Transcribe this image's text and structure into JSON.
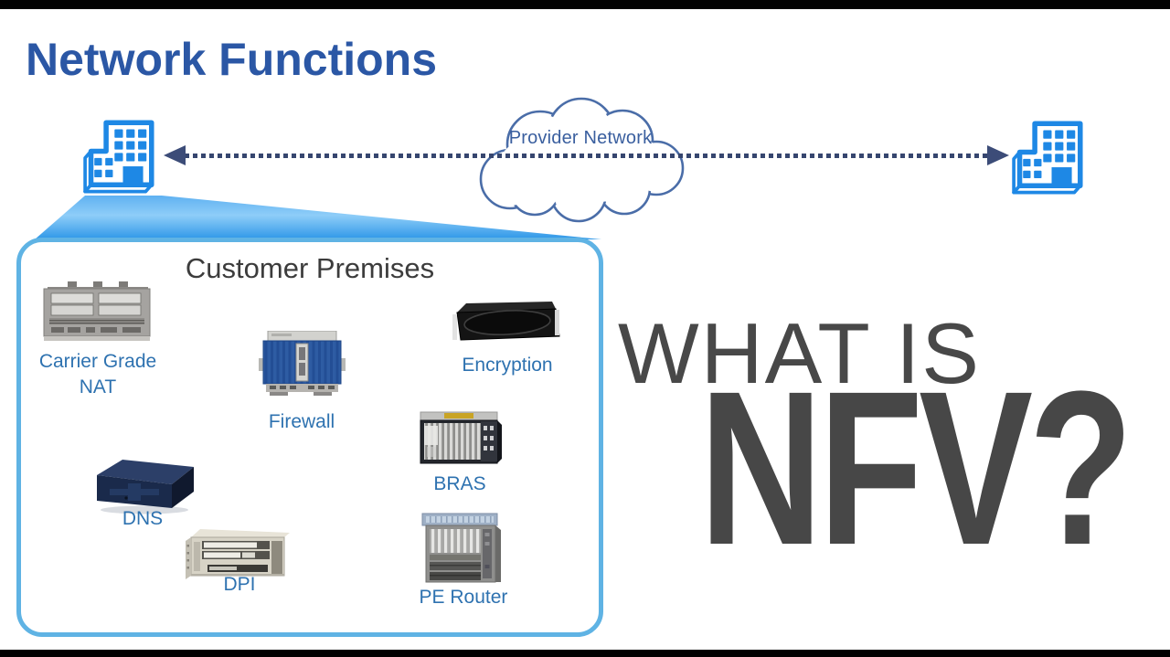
{
  "slide": {
    "title": "Network Functions",
    "provider_network_label": "Provider Network",
    "customer_premises": {
      "title": "Customer Premises",
      "devices": [
        {
          "id": "carrier-grade-nat",
          "label": "Carrier Grade NAT"
        },
        {
          "id": "firewall",
          "label": "Firewall"
        },
        {
          "id": "encryption",
          "label": "Encryption"
        },
        {
          "id": "bras",
          "label": "BRAS"
        },
        {
          "id": "dns",
          "label": "DNS"
        },
        {
          "id": "dpi",
          "label": "DPI"
        },
        {
          "id": "pe-router",
          "label": "PE Router"
        }
      ]
    },
    "overlay": {
      "line1": "WHAT IS",
      "line2": "NFV?"
    }
  },
  "icons": {
    "left_endpoint": "office-building-icon",
    "right_endpoint": "office-building-icon",
    "network": "cloud-icon",
    "link": "dotted-double-arrow"
  },
  "colors": {
    "title_blue": "#2b57a5",
    "label_blue": "#2e72b0",
    "building_blue": "#1e88e5",
    "cloud_outline": "#4a6da8",
    "arrow_navy": "#36466f",
    "beam_blue": "#2e9ae8",
    "box_border": "#5fb3e4",
    "overlay_text": "#474747",
    "letterbox": "#010101"
  }
}
